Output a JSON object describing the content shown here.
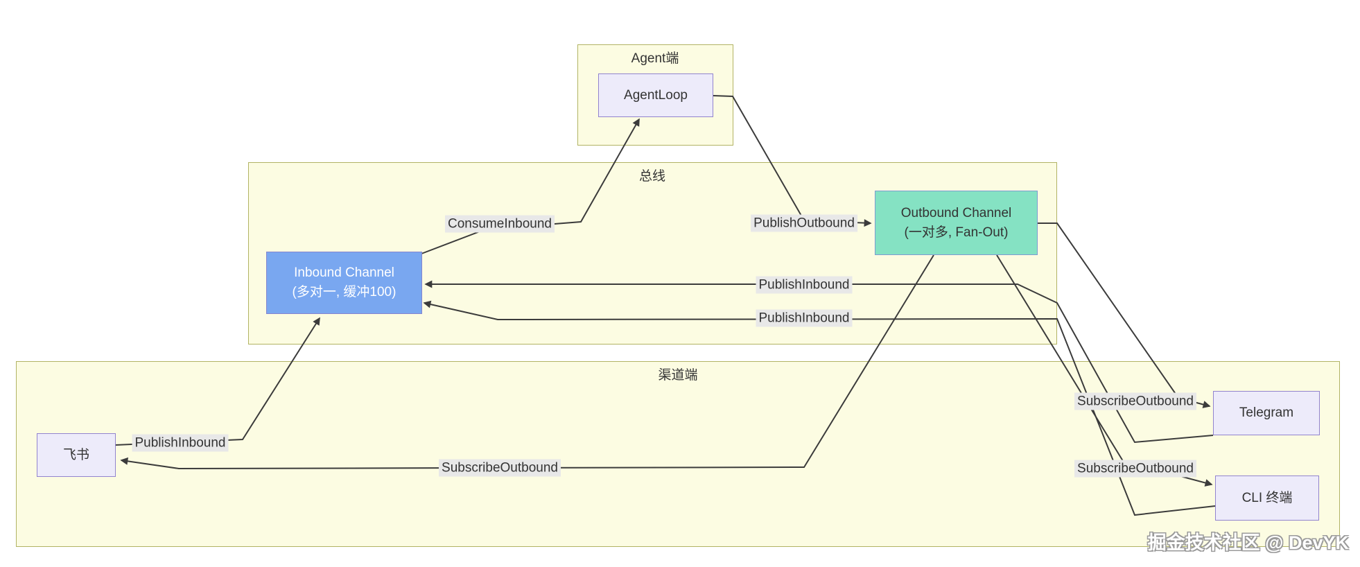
{
  "diagram": {
    "containers": {
      "agent": {
        "title": "Agent端"
      },
      "bus": {
        "title": "总线"
      },
      "channel": {
        "title": "渠道端"
      }
    },
    "nodes": {
      "agentloop": {
        "label": "AgentLoop"
      },
      "inbound": {
        "label": "Inbound Channel",
        "sublabel": "(多对一, 缓冲100)"
      },
      "outbound": {
        "label": "Outbound Channel",
        "sublabel": "(一对多, Fan-Out)"
      },
      "feishu": {
        "label": "飞书"
      },
      "telegram": {
        "label": "Telegram"
      },
      "cli": {
        "label": "CLI 终端"
      }
    },
    "edge_labels": {
      "consume_inbound": "ConsumeInbound",
      "publish_outbound": "PublishOutbound",
      "publish_inbound_telegram": "PublishInbound",
      "publish_inbound_cli": "PublishInbound",
      "publish_inbound_feishu": "PublishInbound",
      "subscribe_outbound_feishu": "SubscribeOutbound",
      "subscribe_outbound_telegram": "SubscribeOutbound",
      "subscribe_outbound_cli": "SubscribeOutbound"
    },
    "watermark": "掘金技术社区 @ DevYK",
    "colors": {
      "container_fill": "#fcfce2",
      "container_border": "#b1b363",
      "node_fill": "#edebfa",
      "node_border": "#9183ce",
      "inbound_fill": "#79a7f0",
      "inbound_border": "#8585ce",
      "outbound_fill": "#85e2c3",
      "outbound_border": "#7d9bd1",
      "edge_label_bg": "#e8e8e8",
      "edge_color": "#3b3b3b"
    }
  }
}
